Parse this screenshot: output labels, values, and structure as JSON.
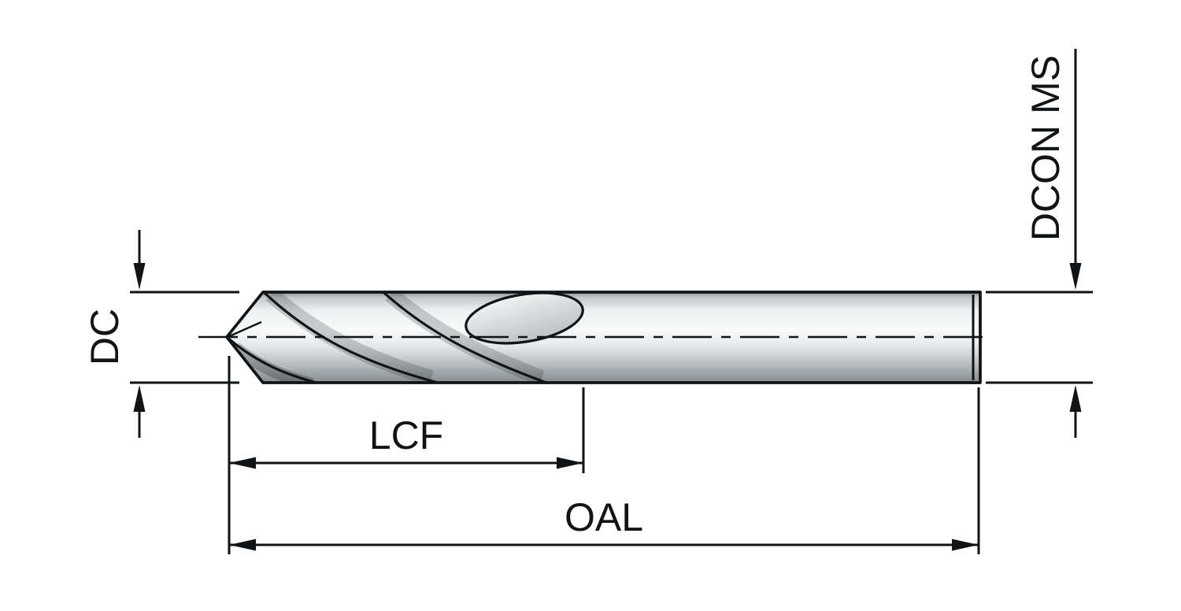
{
  "diagram": {
    "labels": {
      "dc": "DC",
      "lcf": "LCF",
      "oal": "OAL",
      "dcon": "DCON MS"
    },
    "colors": {
      "background": "#ffffff",
      "line": "#111417",
      "metal_light": "#f8fafa",
      "metal_mid": "#d9dee0",
      "metal_dark": "#838b90"
    }
  }
}
